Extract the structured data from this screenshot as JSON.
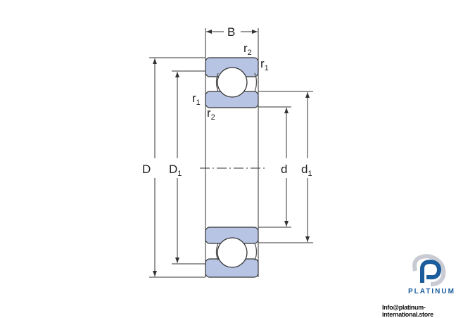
{
  "diagram": {
    "labels": {
      "B": "B",
      "D": "D",
      "D1": "D",
      "D1_sub": "1",
      "d": "d",
      "d1": "d",
      "d1_sub": "1",
      "r": "r",
      "sub1": "1",
      "sub2": "2"
    },
    "colors": {
      "ring_fill": "#b8c4e4",
      "line": "#333333"
    }
  },
  "logo": {
    "brand": "PLATINUM",
    "email": "Info@platinum-international.store",
    "color": "#1a5c9c"
  }
}
